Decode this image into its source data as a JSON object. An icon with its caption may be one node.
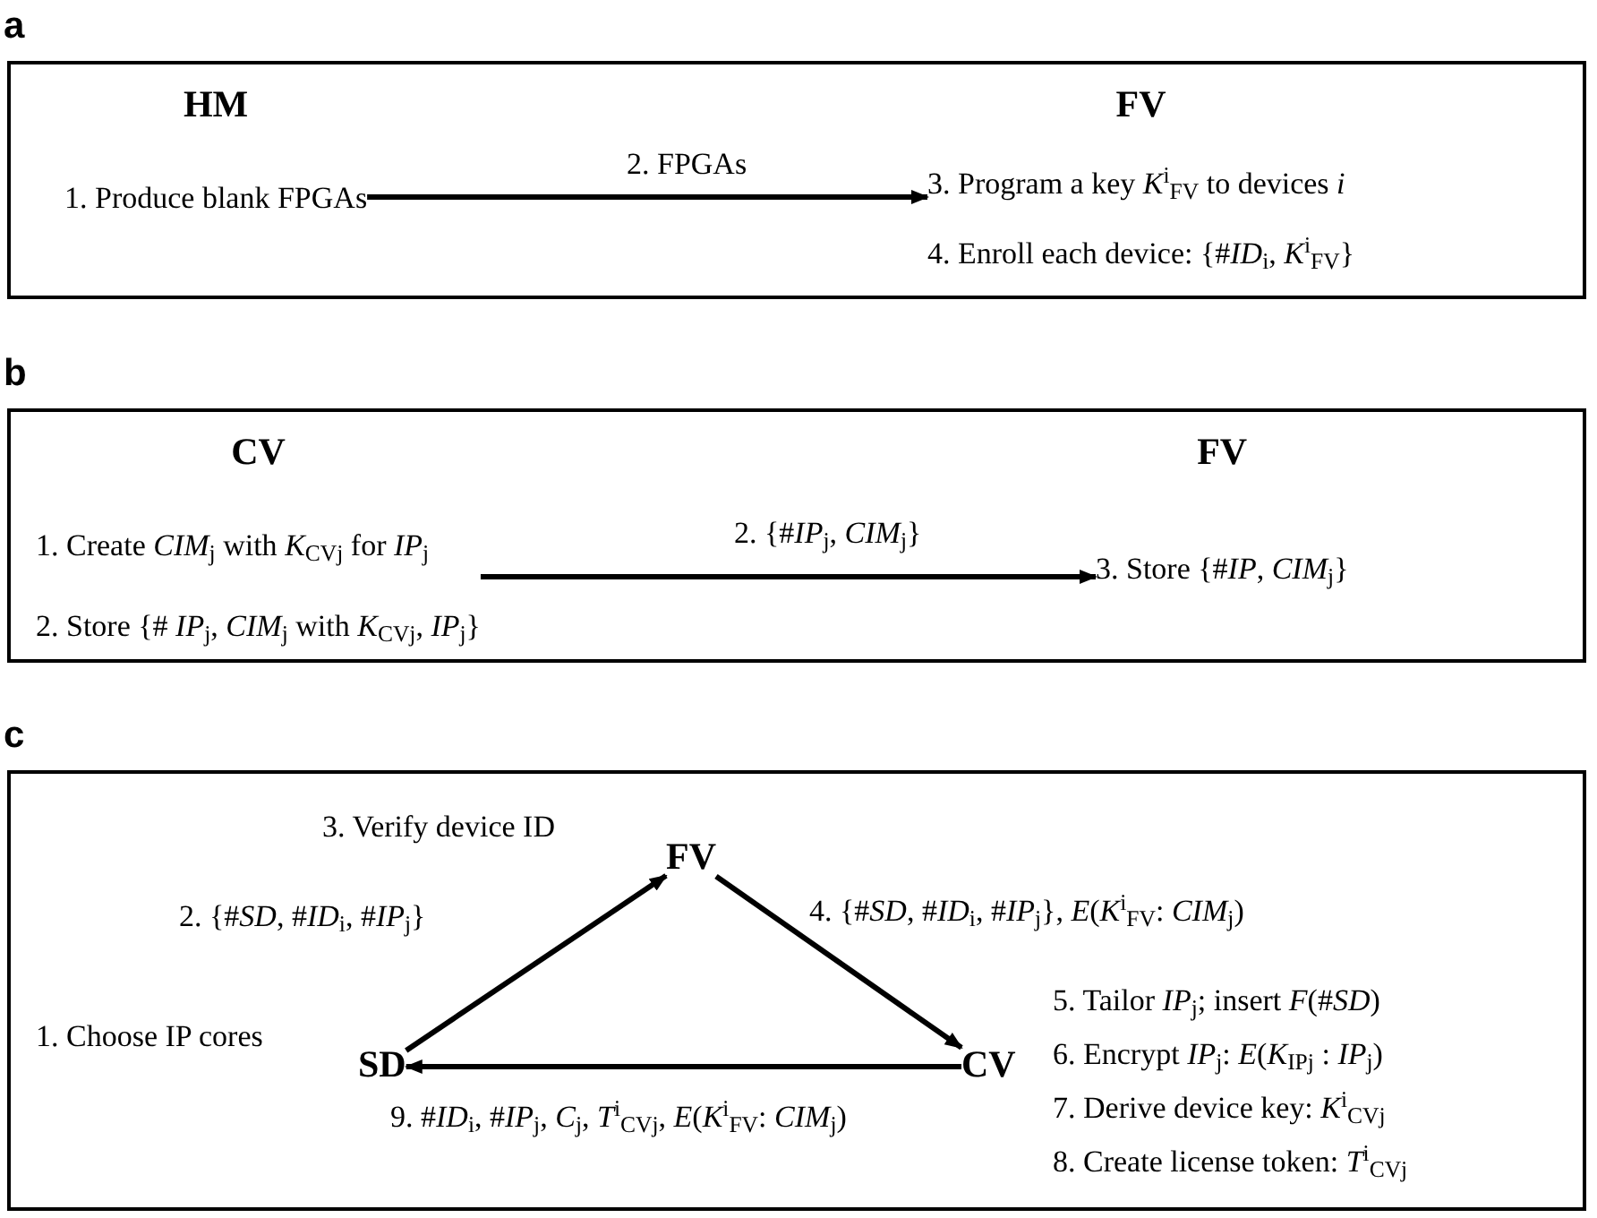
{
  "diagram": {
    "nodes": [
      {
        "text": [
          "a"
        ]
      },
      {
        "text": [
          "HM",
          "1. Produce blank FPGAs"
        ],
        "in": 0
      },
      {
        "text": [
          "FV",
          "3. Program a key *K*$^{i}$$_{FV}$ to devices *i*",
          "4. Enroll each device: {#*ID*$_{i}$, *K*$^{i}$$_{FV}$}"
        ],
        "in": 0
      },
      {
        "text": [
          "b"
        ]
      },
      {
        "text": [
          "CV",
          "1. Create *CIM*$_{j}$ with *K*$_{CVj}$ for *IP*$_{j}$",
          "2. Store {# *IP*$_{j}$, *CIM*$_{j}$ with *K*$_{CVj}$, *IP*$_{j}$}"
        ],
        "in": 3
      },
      {
        "text": [
          "FV",
          "3. Store {#*IP*, *CIM*$_{j}$}"
        ],
        "in": 3
      },
      {
        "text": [
          "c"
        ]
      },
      {
        "text": [
          "FV"
        ],
        "in": 6,
        "beside": [
          "3. Verify device ID"
        ]
      },
      {
        "text": [
          "SD"
        ],
        "in": 6,
        "beside": [
          "1. Choose IP cores"
        ]
      },
      {
        "text": [
          "CV"
        ],
        "in": 6,
        "beside": [
          "5. Tailor *IP*$_{j}$; insert *F*(#*SD*)",
          "6. Encrypt *IP*$_{j}$: *E*(*K*$_{IPj}$ : *IP*$_{j}$)",
          "7. Derive device key: *K*$^{i}$$_{CVj}$",
          "8. Create license token: *T*$^{i}$$_{CVj}$"
        ]
      }
    ],
    "edges": [
      {
        "from": 1,
        "to": 2,
        "arrow": "to",
        "label": "2. FPGAs"
      },
      {
        "from": 4,
        "to": 5,
        "arrow": "to",
        "label": "2. {#*IP*$_{j}$, *CIM*$_{j}$}"
      },
      {
        "from": 8,
        "to": 7,
        "arrow": "to",
        "label": "2. {#*SD*, #*ID*$_{i}$, #*IP*$_{j}$}"
      },
      {
        "from": 7,
        "to": 9,
        "arrow": "to",
        "label": "4.  {#*SD*, #*ID*$_{i}$, #*IP*$_{j}$}, *E*(*K*$^{i}$$_{FV}$: *CIM*$_{j}$)"
      },
      {
        "from": 9,
        "to": 8,
        "arrow": "to",
        "label": "9. #*ID*$_{i}$, #*IP*$_{j}$, *C*$_{j}$, *T*$^{i}$$_{CVj}$, *E*(*K*$^{i}$$_{FV}$: *CIM*$_{j}$)"
      }
    ]
  }
}
